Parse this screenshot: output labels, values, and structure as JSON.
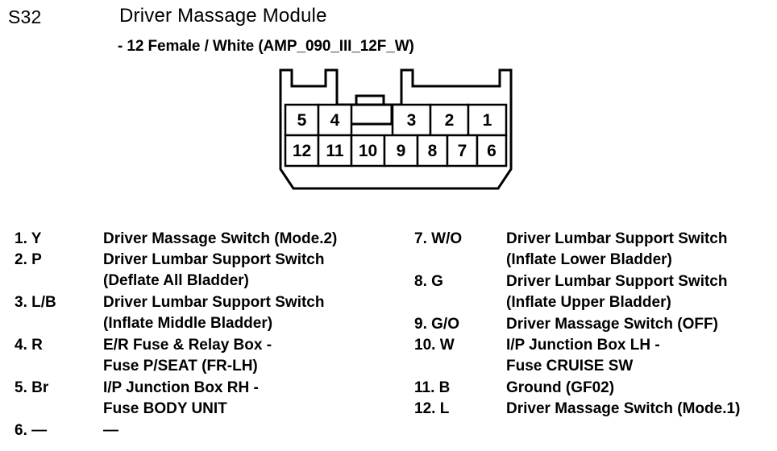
{
  "header": {
    "connector_code": "S32",
    "module_title": "Driver  Massage Module",
    "module_subtitle": "- 12 Female / White (AMP_090_III_12F_W)"
  },
  "connector": {
    "pin_count": 12,
    "gender": "Female",
    "color": "White",
    "part_code": "AMP_090_III_12F_W",
    "top_row_left": [
      "5",
      "4"
    ],
    "top_row_right": [
      "3",
      "2",
      "1"
    ],
    "bottom_row": [
      "12",
      "11",
      "10",
      "9",
      "8",
      "7",
      "6"
    ],
    "stroke_color": "#000000",
    "fill_color": "#ffffff"
  },
  "pins": {
    "left_column": [
      {
        "num": "1.",
        "wire": "Y",
        "desc": "Driver Massage Switch (Mode.2)",
        "desc2": ""
      },
      {
        "num": "2.",
        "wire": "P",
        "desc": "Driver Lumbar Support Switch",
        "desc2": "(Deflate All Bladder)"
      },
      {
        "num": "3.",
        "wire": "L/B",
        "desc": "Driver Lumbar Support Switch",
        "desc2": "(Inflate Middle Bladder)"
      },
      {
        "num": "4.",
        "wire": "R",
        "desc": "E/R Fuse & Relay Box  -",
        "desc2": "Fuse P/SEAT (FR-LH)"
      },
      {
        "num": "5.",
        "wire": "Br",
        "desc": "I/P Junction Box RH -",
        "desc2": "Fuse BODY UNIT"
      },
      {
        "num": "6.",
        "wire": "—",
        "desc": "—",
        "desc2": ""
      }
    ],
    "right_column": [
      {
        "num": "7.",
        "wire": "W/O",
        "desc": "Driver Lumbar Support Switch",
        "desc2": "(Inflate Lower Bladder)"
      },
      {
        "num": "8.",
        "wire": "G",
        "desc": "Driver Lumbar Support Switch",
        "desc2": "(Inflate Upper Bladder)"
      },
      {
        "num": "9.",
        "wire": "G/O",
        "desc": "Driver Massage Switch (OFF)",
        "desc2": ""
      },
      {
        "num": "10.",
        "wire": "W",
        "desc": "I/P Junction Box LH -",
        "desc2": "Fuse CRUISE SW"
      },
      {
        "num": "11.",
        "wire": "B",
        "desc": "Ground (GF02)",
        "desc2": ""
      },
      {
        "num": "12.",
        "wire": "L",
        "desc": "Driver Massage Switch (Mode.1)",
        "desc2": ""
      }
    ]
  }
}
